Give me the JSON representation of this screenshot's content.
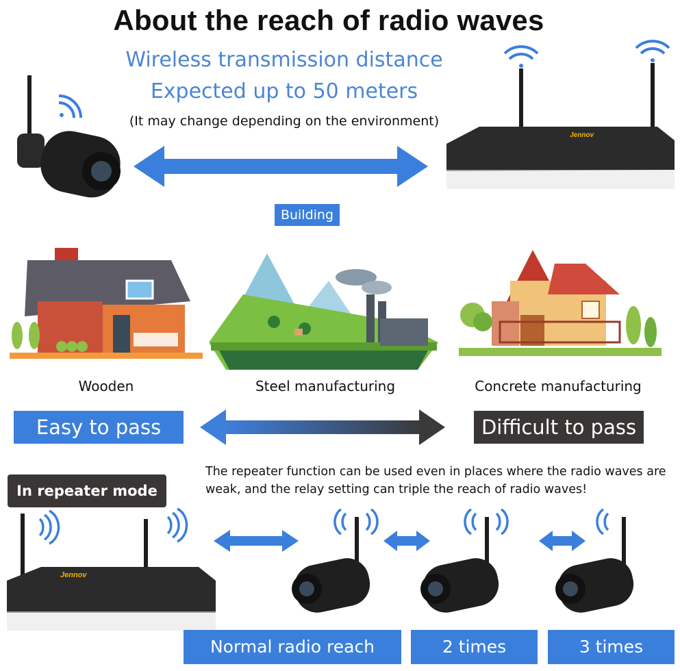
{
  "title": "About the reach of radio waves",
  "distance": {
    "line1": "Wireless transmission distance",
    "line2": "Expected up to 50 meters",
    "note": "(It may change depending on the environment)"
  },
  "building_label": "Building",
  "materials": {
    "wooden": "Wooden",
    "steel": "Steel manufacturing",
    "concrete": "Concrete manufacturing"
  },
  "pass": {
    "easy": "Easy to pass",
    "difficult": "Difficult to pass"
  },
  "repeater": {
    "label": "In repeater mode",
    "description": "The repeater function can be used even in places where the radio waves are weak, and the relay setting can triple the reach of radio waves!"
  },
  "reach": {
    "normal": "Normal radio reach",
    "two": "2 times",
    "three": "3 times"
  },
  "brand": "Jennov",
  "colors": {
    "accent_blue": "#3b7fdc",
    "heading_blue": "#4b86d3",
    "dark_label": "#3a3636"
  }
}
